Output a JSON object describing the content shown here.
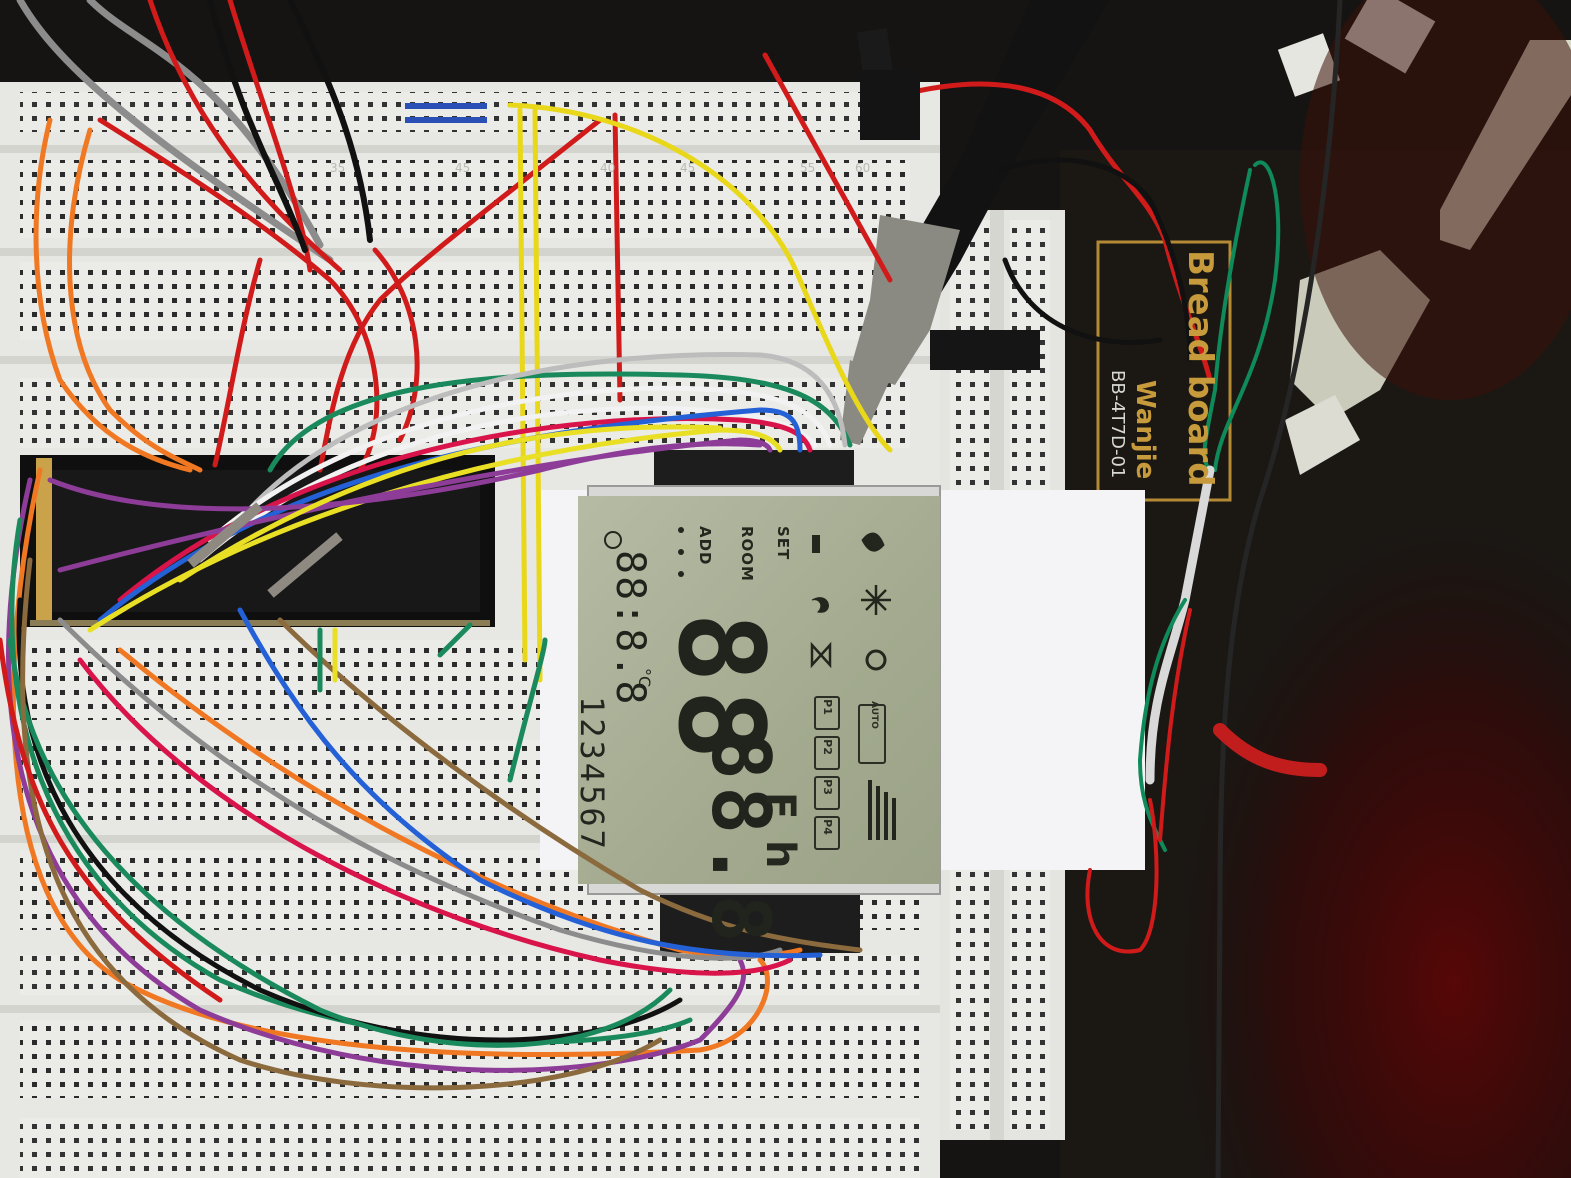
{
  "lcd": {
    "labels": [
      "SET",
      "ROOM",
      "ADD"
    ],
    "big_digits_top": "88",
    "big_digits_bottom": "88.8",
    "small_digits": "88:8.8",
    "small_units": "°C",
    "day_row": "1234567",
    "mode_boxes": [
      "P1",
      "P2",
      "P3",
      "P4"
    ],
    "auto_box": "AUTO",
    "temp_unit_f": "F",
    "hour_unit": "h",
    "icons": [
      "flame-icon",
      "snowflake-icon",
      "sun-icon",
      "moon-icon",
      "valve-icon",
      "thermometer-icon",
      "hand-icon",
      "clock-icon",
      "signal-bars-icon"
    ]
  },
  "breadboard_label": {
    "line1": "Bread board",
    "line2": "Wanjie",
    "line3": "BB-4T7D-01"
  },
  "colors": {
    "lcd_background": "#a9b09a",
    "breadboard": "#e9e9e6",
    "breadboard_base": "#3a2f1a",
    "desk": "#141312"
  }
}
